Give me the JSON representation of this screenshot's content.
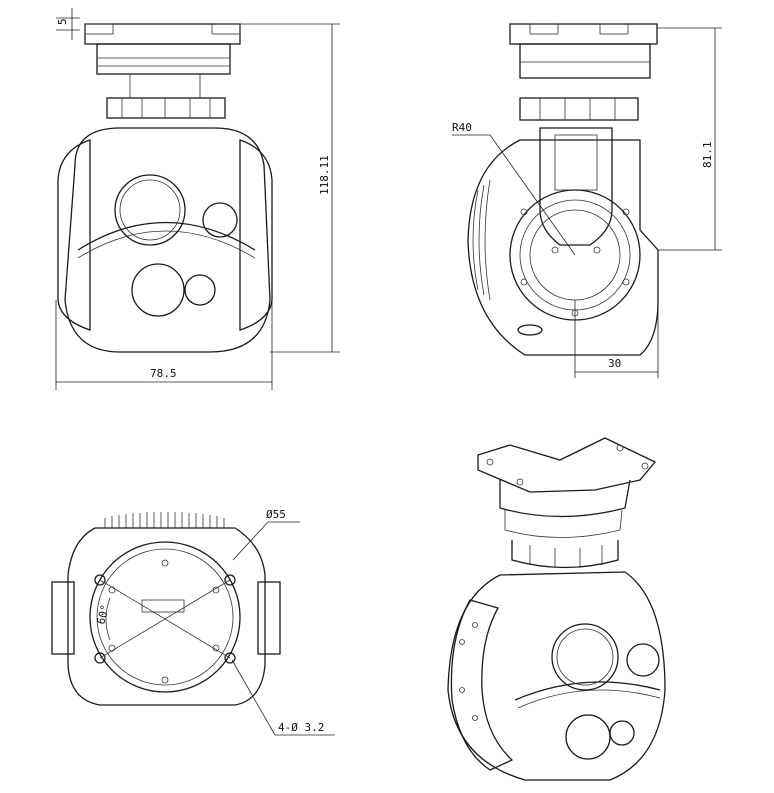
{
  "dimensions": {
    "top_offset": "5",
    "height_front": "118.11",
    "width_front": "78.5",
    "radius_side": "R40",
    "height_side": "81.1",
    "offset_side": "30",
    "mount_diameter": "Ø55",
    "angle": "60°",
    "hole_spec": "4-Ø 3.2"
  }
}
